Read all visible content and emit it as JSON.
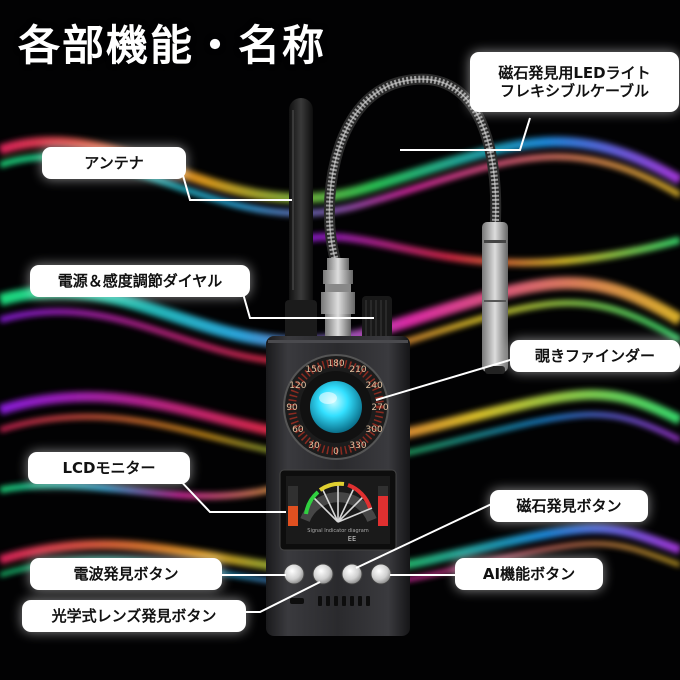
{
  "title": "各部機能・名称",
  "labels": {
    "cable_line1": "磁石発見用LEDライト",
    "cable_line2": "フレキシブルケーブル",
    "antenna": "アンテナ",
    "dial": "電源＆感度調節ダイヤル",
    "finder": "覗きファインダー",
    "lcd": "LCDモニター",
    "magnet_button": "磁石発見ボタン",
    "radio_button": "電波発見ボタン",
    "ai_button": "AI機能ボタン",
    "lens_button": "光学式レンズ発見ボタン"
  },
  "device": {
    "dial_numbers": [
      "0",
      "30",
      "60",
      "90",
      "120",
      "150",
      "180",
      "210",
      "240",
      "270",
      "300",
      "330"
    ],
    "lcd_caption": "Signal Indicator diagram",
    "lcd_readout": "EE"
  },
  "colors": {
    "label_bg": "#ffffff",
    "label_text": "#111111",
    "lens_cyan": "#33e0ff"
  }
}
